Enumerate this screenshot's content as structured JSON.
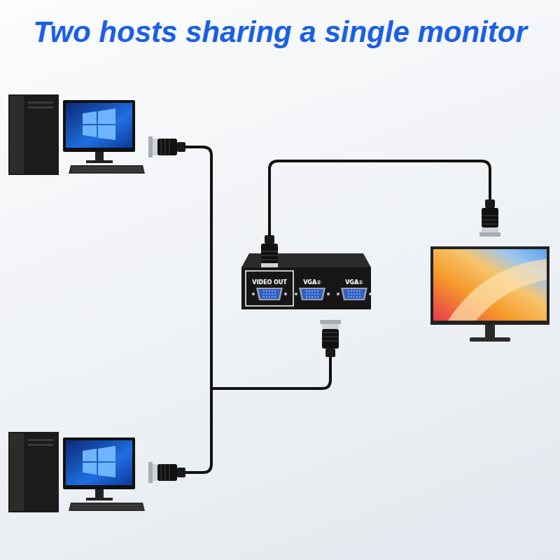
{
  "diagram": {
    "title": "Two hosts sharing a single monitor",
    "nodes": [
      {
        "text": [
          "VIDEO OUT",
          "VGA②",
          "VGA①"
        ]
      }
    ]
  }
}
